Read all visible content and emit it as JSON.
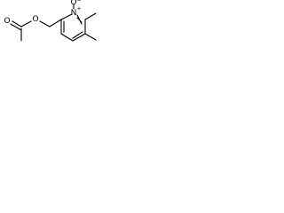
{
  "molecule": {
    "atoms": {
      "ring_nitrogen": "N",
      "ring_nitrogen_charge": "+",
      "n_oxide_oxygen": "O",
      "n_oxide_charge": "−",
      "ester_oxygen": "O",
      "carbonyl_oxygen": "O"
    },
    "colors": {
      "bond": "#000000",
      "label": "#000000",
      "background": "#ffffff"
    }
  }
}
